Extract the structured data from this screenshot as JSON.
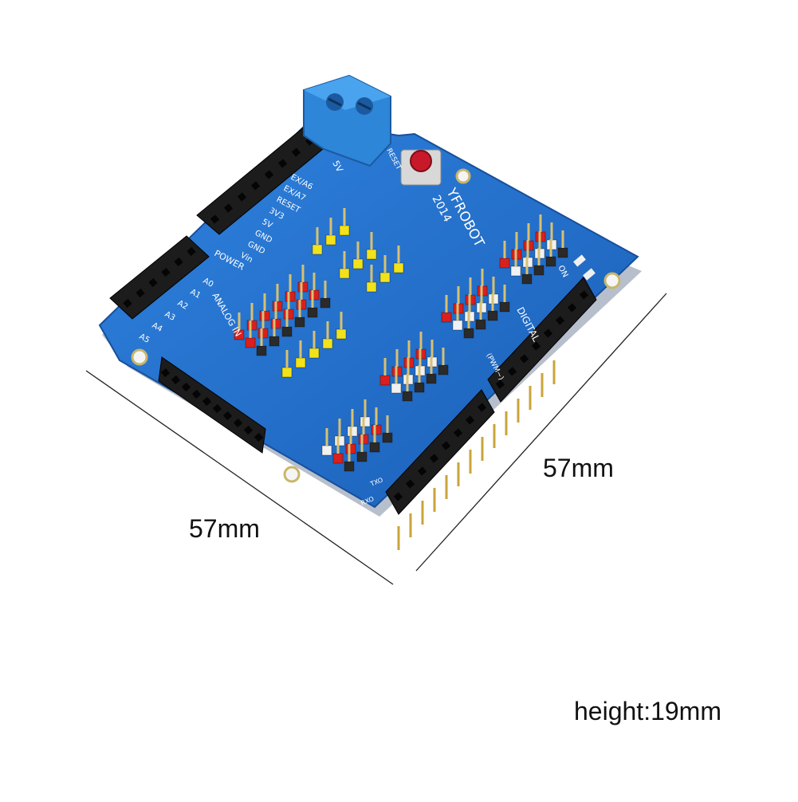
{
  "product": {
    "brand": "YFROBOT",
    "year": "2014",
    "pcb_color": "#1f6fd0",
    "power_labels": [
      "EX/A6",
      "EX/A7",
      "RESET",
      "3V3",
      "5V",
      "GND",
      "GND",
      "Vin"
    ],
    "section_power": "POWER",
    "section_analog": "ANALOG IN",
    "analog_labels": [
      "A0",
      "A1",
      "A2",
      "A3",
      "A4",
      "A5"
    ],
    "section_digital": "DIGITAL",
    "pwm_note": "(PWM~)",
    "terminal_label": "5V",
    "reset_label": "RESET",
    "on_label": "ON",
    "serial_labels": [
      "TXO",
      "RXO"
    ]
  },
  "dimensions": {
    "width": "57mm",
    "depth": "57mm",
    "height": "height:19mm"
  },
  "colors": {
    "pin_yellow": "#f2e21a",
    "pin_red": "#d9201e",
    "pin_white": "#f1f1f1",
    "pin_black": "#2a2a2a",
    "header_black": "#1c1c1c",
    "terminal_blue": "#2d86d8",
    "button_red": "#c8192b"
  }
}
